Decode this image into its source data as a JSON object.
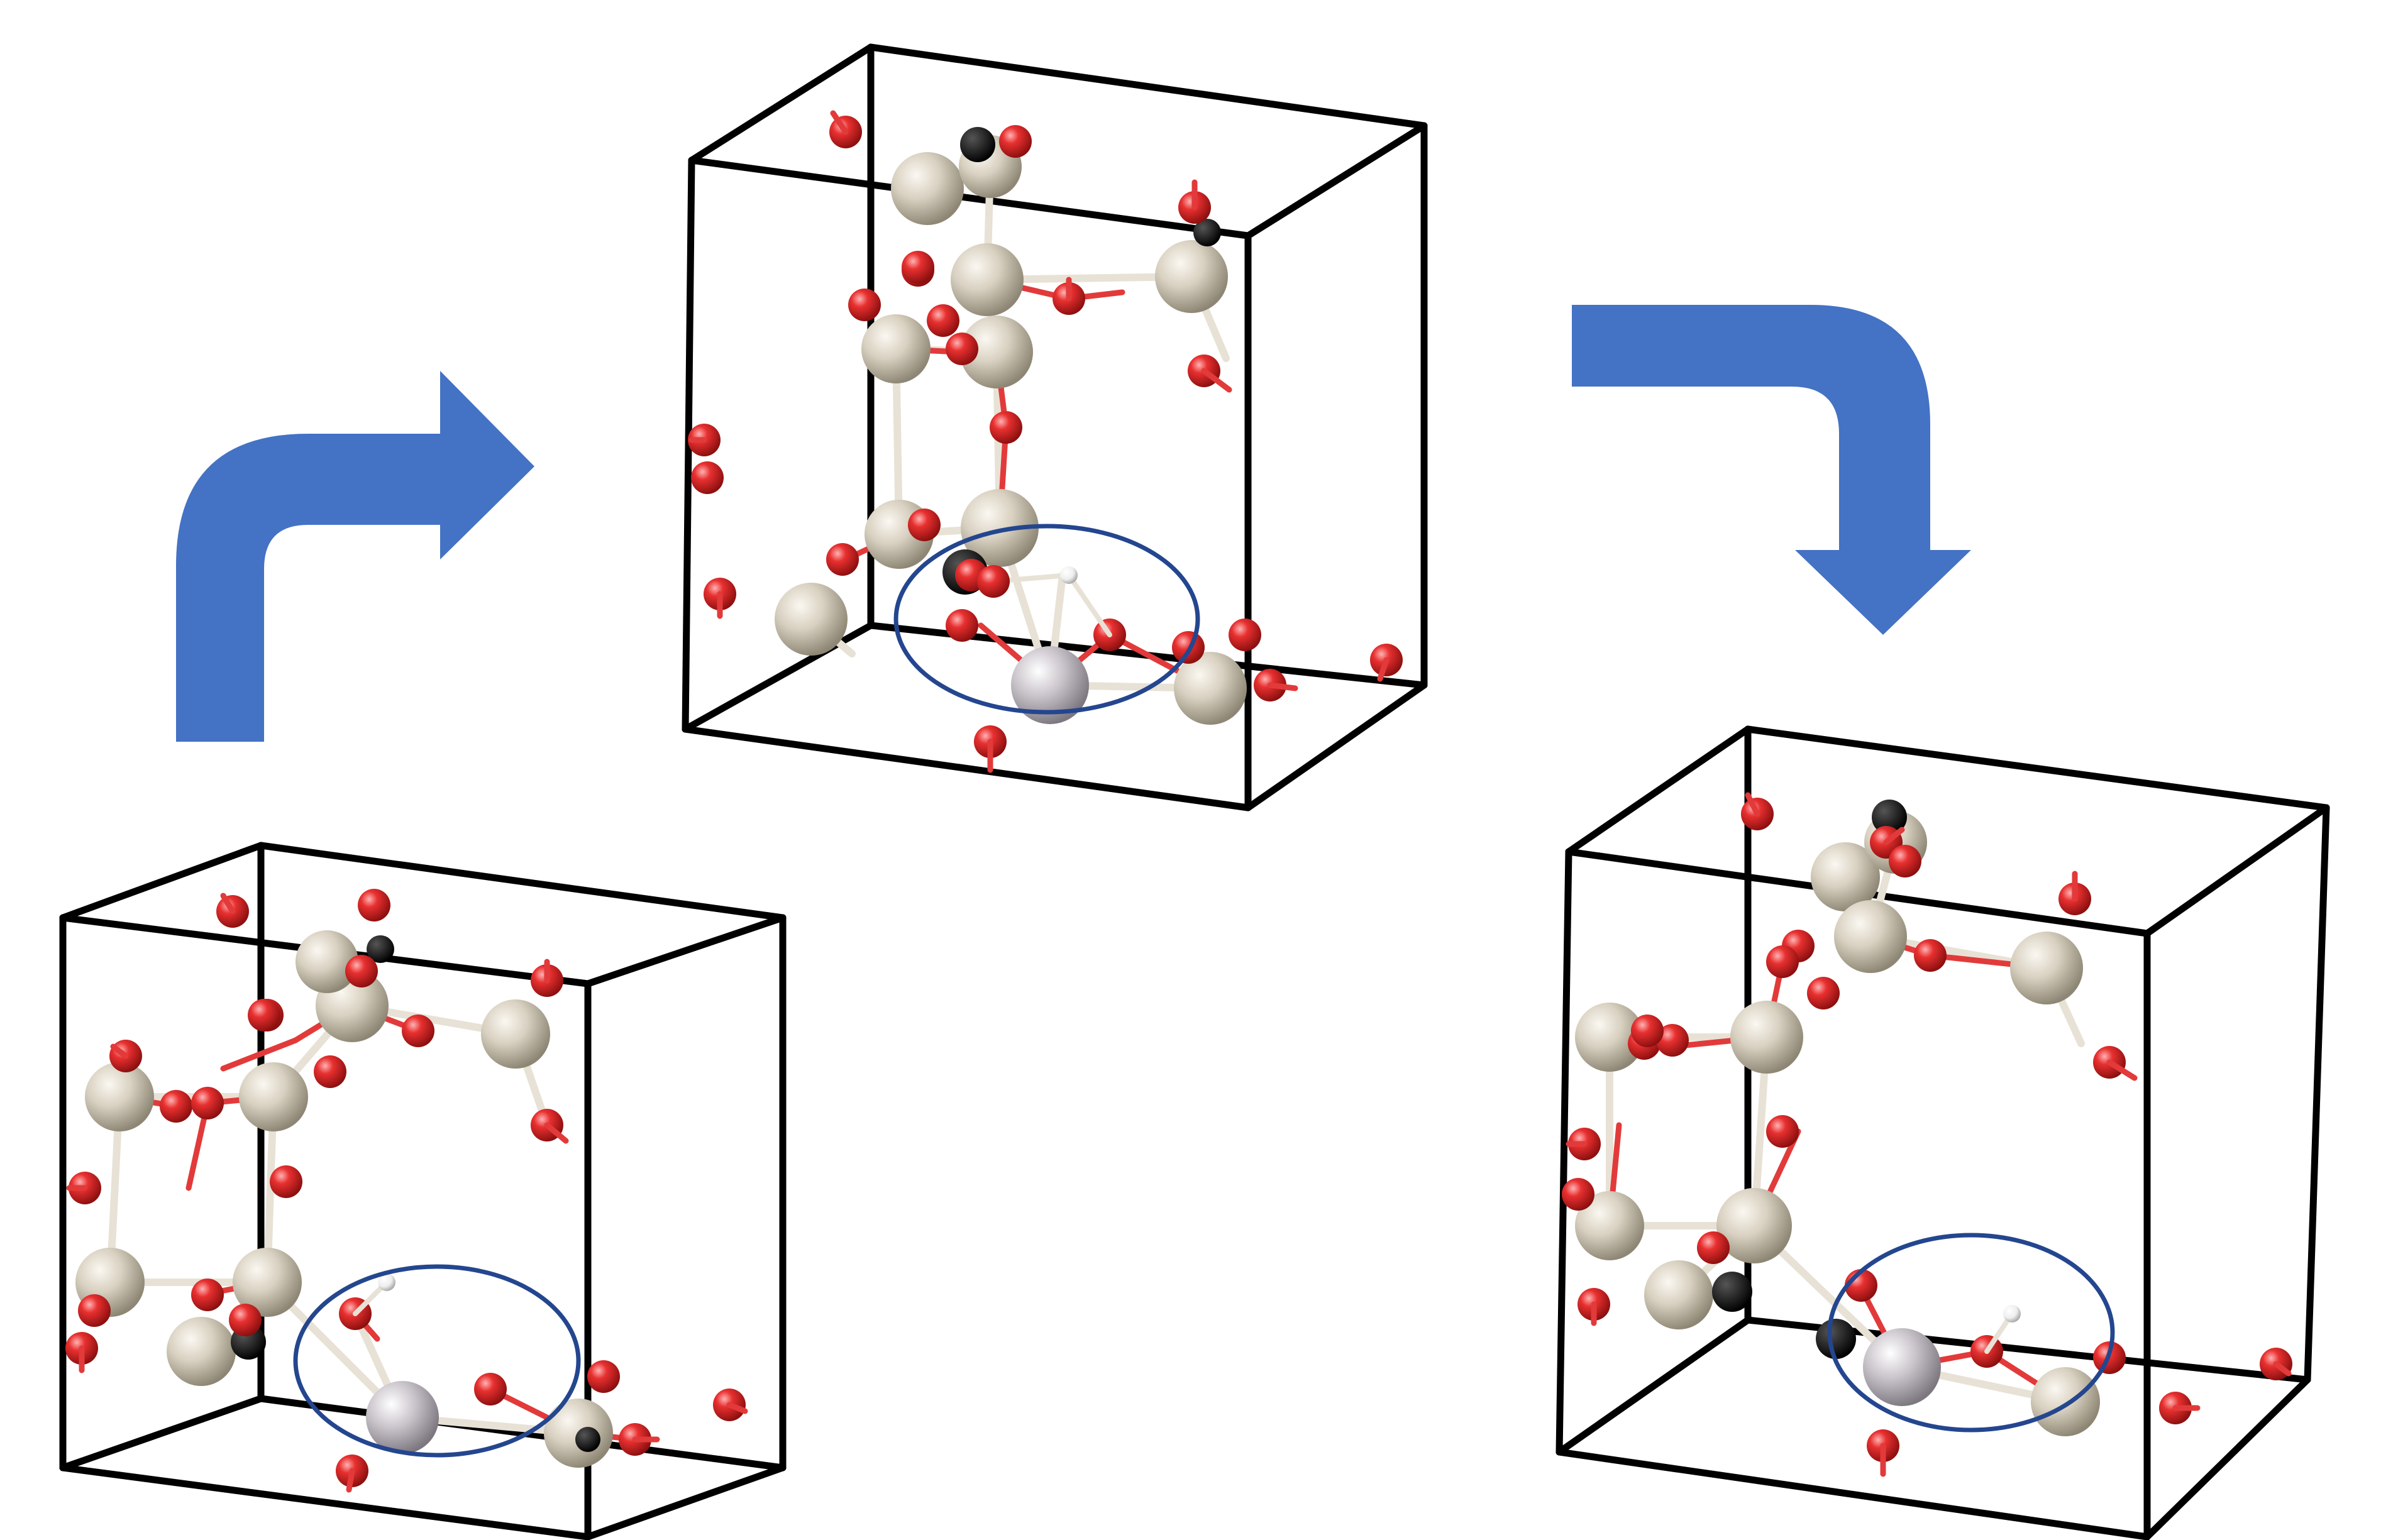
{
  "colors": {
    "background": "#ffffff",
    "cell_edge": "#000000",
    "arrow": "#4472c4",
    "oxygen": "#e02424",
    "oxygen_highlight": "#ff9a9a",
    "framework_atom": "#d7cfbf",
    "framework_shade": "#8e8674",
    "metal_atom": "#c9c3c9",
    "hydrogen": "#f2f2f2",
    "highlight_ellipse": "#24468f",
    "bond_light": "#e8e2d6",
    "bond_red": "#e23a3a"
  },
  "panels": [
    {
      "id": "initial",
      "ring": "highlight-ellipse",
      "adsorbate": "hydroxyl-on-oxygen"
    },
    {
      "id": "transition",
      "ring": "highlight-ellipse",
      "adsorbate": "hydrogen-bridging-two-oxygens"
    },
    {
      "id": "final",
      "ring": "highlight-ellipse",
      "adsorbate": "hydroxyl-on-neighbor-oxygen"
    }
  ],
  "arrows": [
    {
      "id": "step-1",
      "from": "initial",
      "to": "transition",
      "shape": "curved-up-right"
    },
    {
      "id": "step-2",
      "from": "transition",
      "to": "final",
      "shape": "curved-right-down"
    }
  ],
  "atom_legend_icons": [
    "oxygen-atom-icon",
    "framework-atom-icon",
    "metal-atom-icon",
    "hydrogen-atom-icon"
  ]
}
